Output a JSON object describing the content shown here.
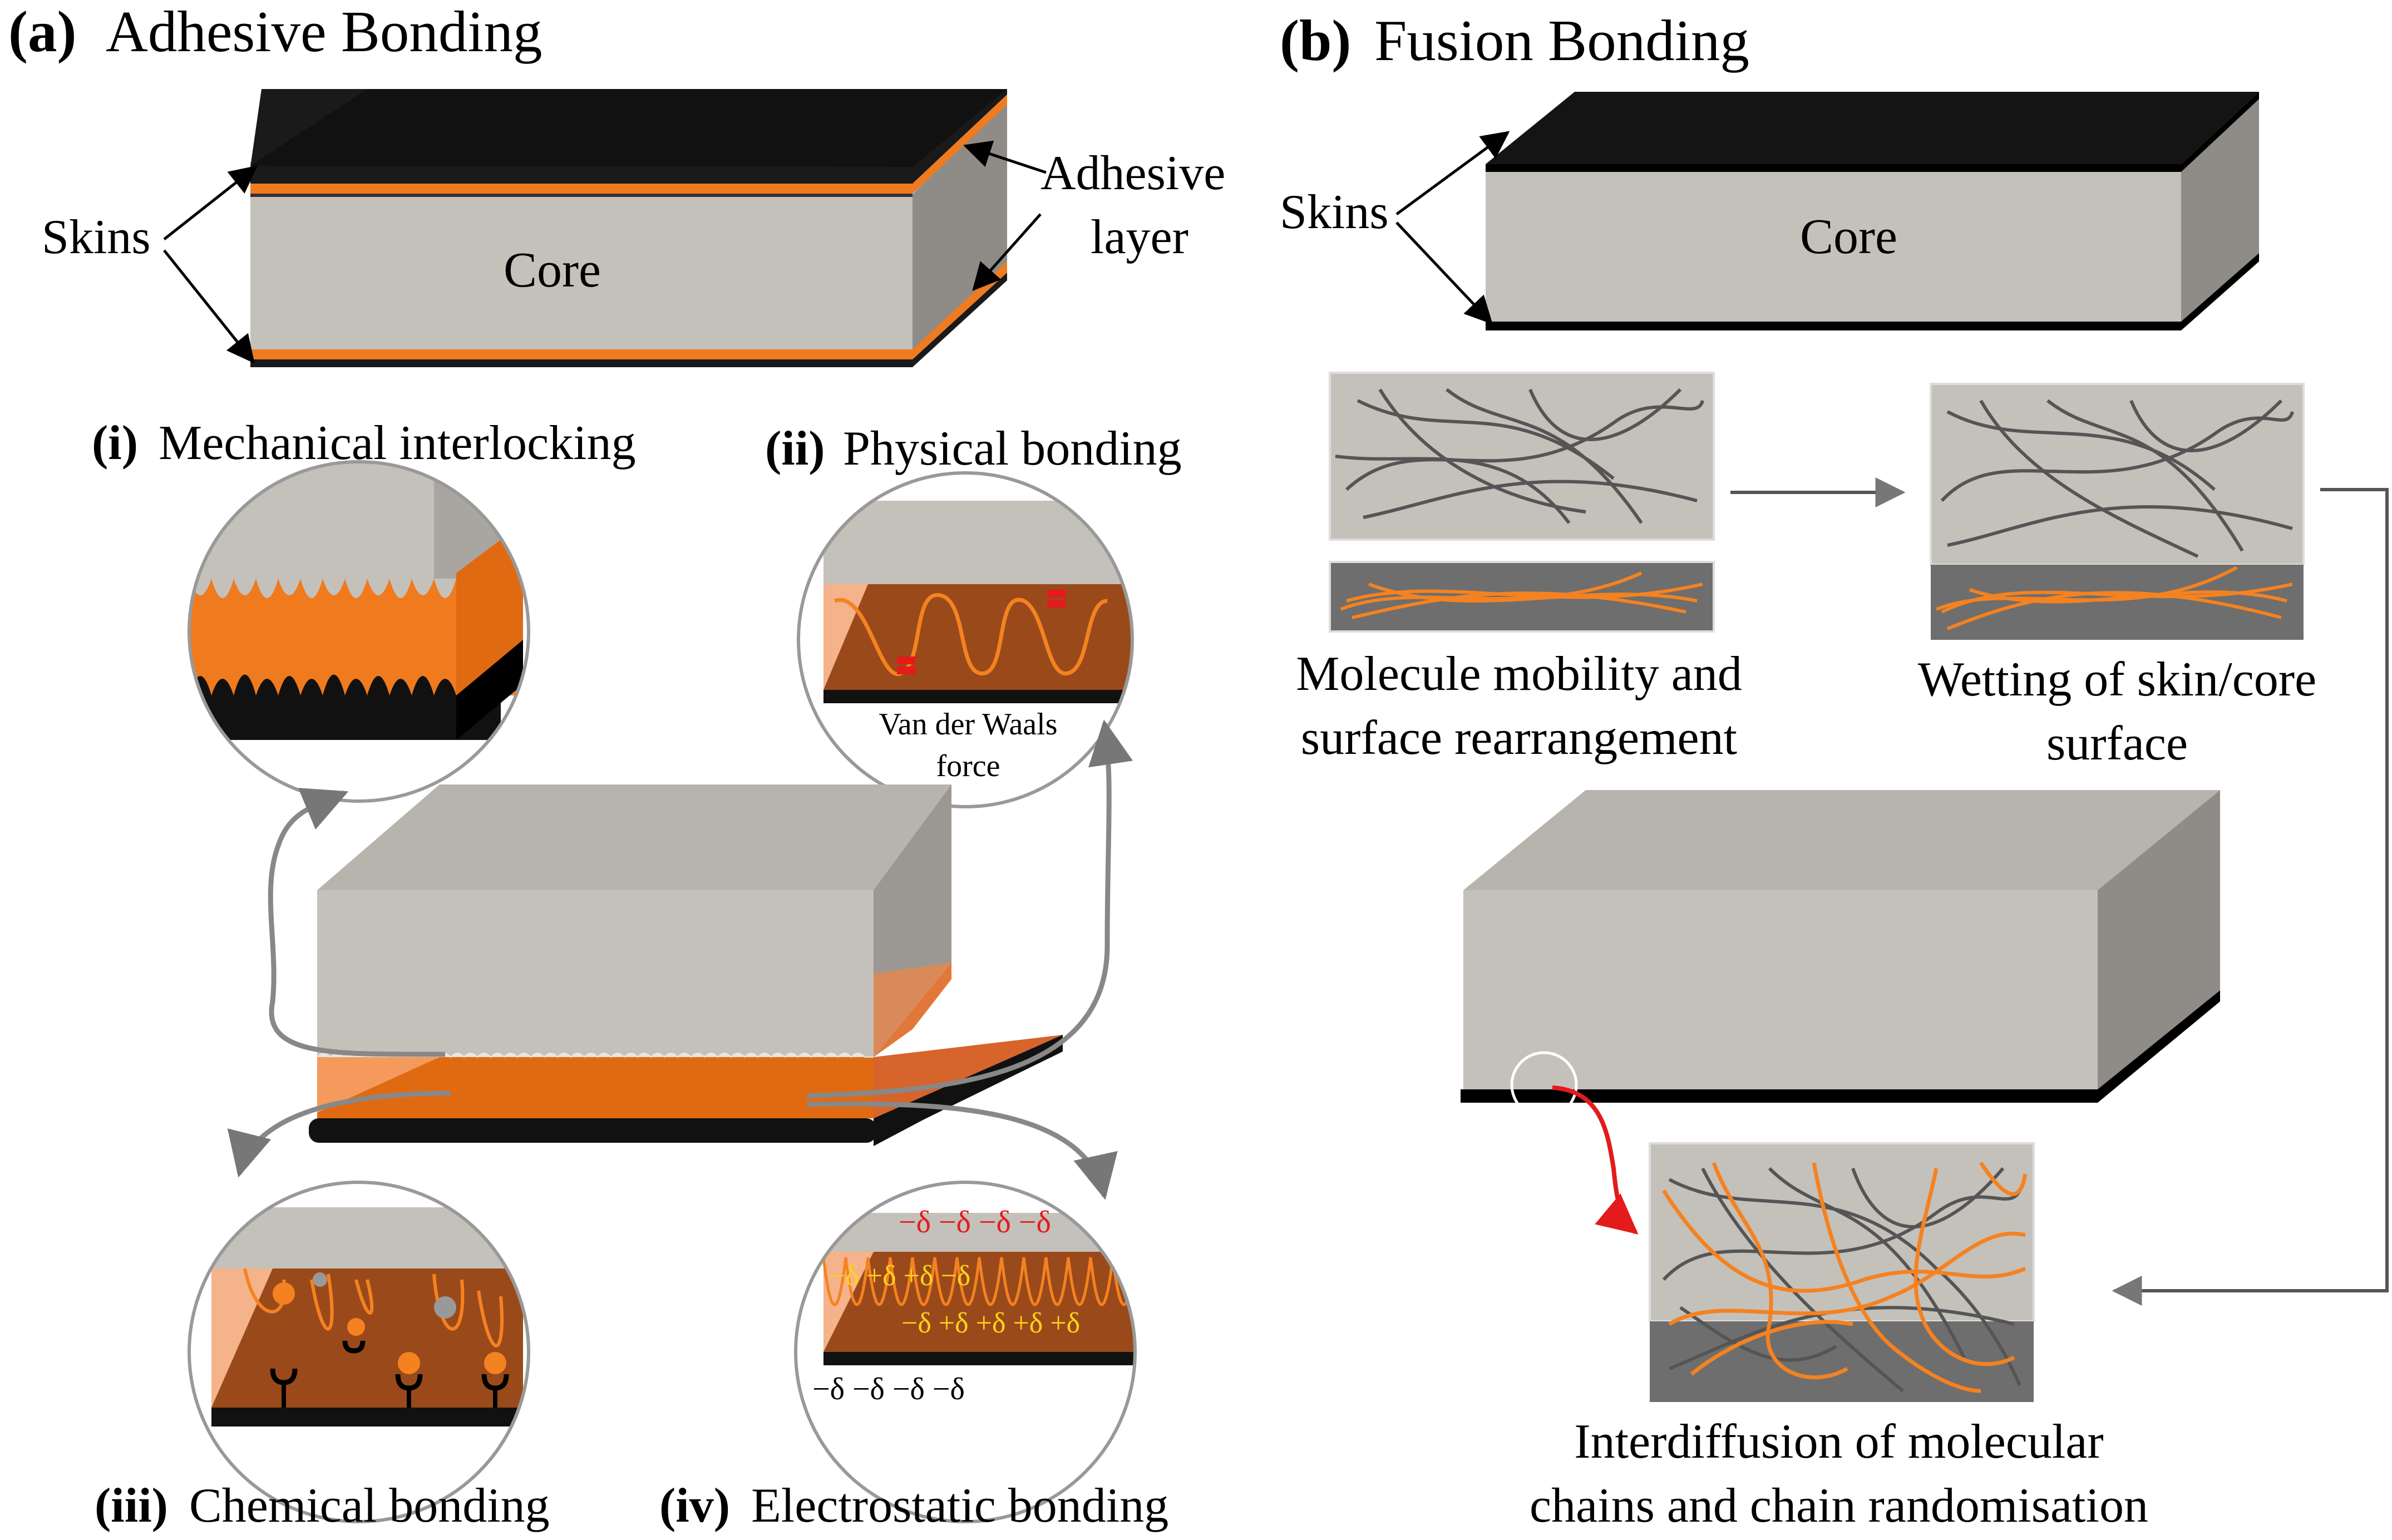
{
  "panel_a": {
    "letter": "(a)",
    "title": "Adhesive Bonding",
    "skins_label": "Skins",
    "adhesive_label_line1": "Adhesive",
    "adhesive_label_line2": "layer",
    "core_label": "Core",
    "mech_num": "(i)",
    "mech_label": "Mechanical interlocking",
    "phys_num": "(ii)",
    "phys_label": "Physical bonding",
    "vdw_line1": "Van der Waals",
    "vdw_line2": "force",
    "chem_num": "(iii)",
    "chem_label": "Chemical bonding",
    "elec_num": "(iv)",
    "elec_label": "Electrostatic bonding",
    "elec_neg_top": "−δ −δ −δ −δ",
    "elec_mid_1": "−δ +δ +δ −δ",
    "elec_mid_2": "−δ +δ +δ +δ +δ",
    "elec_neg_bottom": "−δ −δ −δ −δ"
  },
  "panel_b": {
    "letter": "(b)",
    "title": "Fusion Bonding",
    "skins_label": "Skins",
    "core_label": "Core",
    "step1_line1": "Molecule mobility and",
    "step1_line2": "surface rearrangement",
    "step2_line1": "Wetting of skin/core",
    "step2_line2": "surface",
    "step3_line1": "Interdiffusion of molecular",
    "step3_line2": "chains and chain randomisation"
  },
  "colors": {
    "skin": "#1a1a1a",
    "core": "#c4c1bb",
    "adhesive": "#f07a1e",
    "adhesive_dark": "#9a4a1a",
    "chain_grey": "#555555",
    "chain_orange": "#f58220",
    "arrow_red": "#e31b1b"
  }
}
